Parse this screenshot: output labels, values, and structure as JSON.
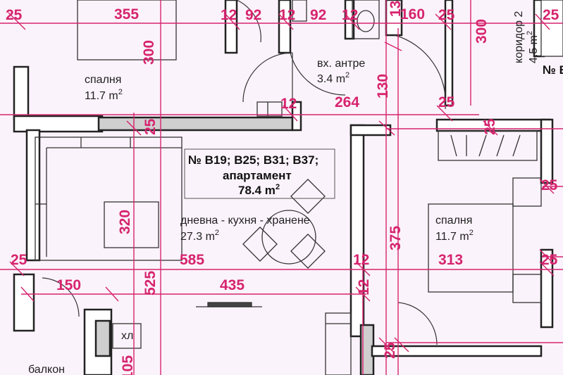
{
  "colors": {
    "wall_fill": "#ffffff",
    "wall_stroke": "#222222",
    "dimension": "#d6246e",
    "floor": "#fbf3fb",
    "text": "#1f1f1f"
  },
  "rooms": {
    "bedroom_top": {
      "name": "спалня",
      "area": "11.7 m",
      "sup": "2"
    },
    "entrance": {
      "name": "вх. антре",
      "area": "3.4 m",
      "sup": "2"
    },
    "corridor": {
      "name": "коридор 2",
      "area": "4.5 m",
      "sup": "2"
    },
    "living": {
      "name": "дневна - кухня - хранене",
      "area": "27.3 m",
      "sup": "2"
    },
    "bedroom_right": {
      "name": "спалня",
      "area": "11.7 m",
      "sup": "2"
    },
    "balcony": {
      "name": "балкон"
    },
    "fridge": {
      "name": "хл"
    }
  },
  "apartment": {
    "line1": "№ B19; B25; B31; B37;",
    "line2": "апартамент",
    "area": "78.4 m",
    "sup": "2"
  },
  "neighbor_label": "№ B",
  "dimensions": {
    "d25a": "25",
    "d355": "355",
    "d12a": "12",
    "d92a": "92",
    "d12b": "12",
    "d92b": "92",
    "d12c": "12",
    "d13": "13",
    "d160": "160",
    "d25b": "25",
    "d300a": "300",
    "d300b": "300",
    "d12d": "12",
    "d264": "264",
    "d130": "130",
    "d25c": "25",
    "d25d": "25",
    "d25e": "25",
    "d320": "320",
    "d585": "585",
    "d25f": "25",
    "d12e": "12",
    "d313": "313",
    "d25g": "25",
    "d150": "150",
    "d525": "525",
    "d435": "435",
    "d375": "375",
    "d12f": "12",
    "d25h": "25",
    "d25i": "25",
    "d105": "105",
    "d25j": "25"
  }
}
